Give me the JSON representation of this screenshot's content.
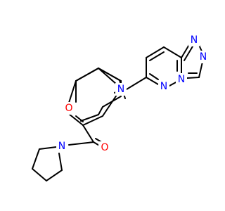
{
  "molecule": {
    "colors": {
      "bond": "#000000",
      "nitrogen": "#0000ff",
      "oxygen": "#ff0000",
      "background": "#ffffff"
    },
    "atoms": {
      "n_morpholine": "N",
      "o_morpholine": "O",
      "o_carbonyl": "O",
      "n_pyrrolidine": "N",
      "n_pyridazine": "N",
      "n_bridge": "N",
      "n_triazole_a": "N",
      "n_triazole_b": "N"
    }
  }
}
